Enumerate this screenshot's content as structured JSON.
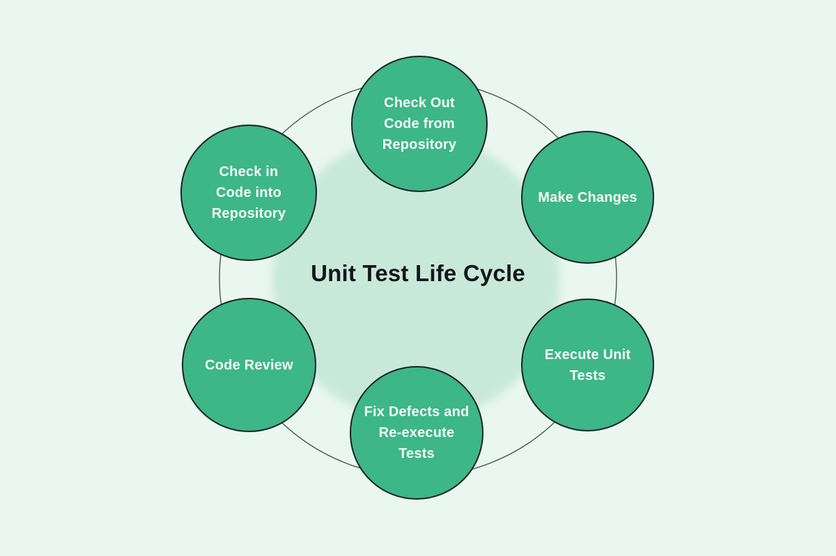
{
  "diagram": {
    "title": "Unit Test Life Cycle",
    "nodes": [
      {
        "id": "check-out-code",
        "position": "top",
        "label": "Check Out\nCode from\nRepository"
      },
      {
        "id": "make-changes",
        "position": "top-right",
        "label": "Make Changes"
      },
      {
        "id": "execute-unit-tests",
        "position": "bottom-right",
        "label": "Execute Unit\nTests"
      },
      {
        "id": "fix-defects",
        "position": "bottom",
        "label": "Fix Defects and\nRe-execute\nTests"
      },
      {
        "id": "code-review",
        "position": "bottom-left",
        "label": "Code Review"
      },
      {
        "id": "check-in-code",
        "position": "top-left",
        "label": "Check in\nCode into\nRepository"
      }
    ],
    "colors": {
      "background": "#e9f7f0",
      "inner_circle_fill": "#c8e9da",
      "ring_stroke": "#4b554f",
      "node_fill": "#3db688",
      "node_border": "#182420",
      "node_text": "#f4faf7",
      "title_text": "#14171a"
    }
  }
}
